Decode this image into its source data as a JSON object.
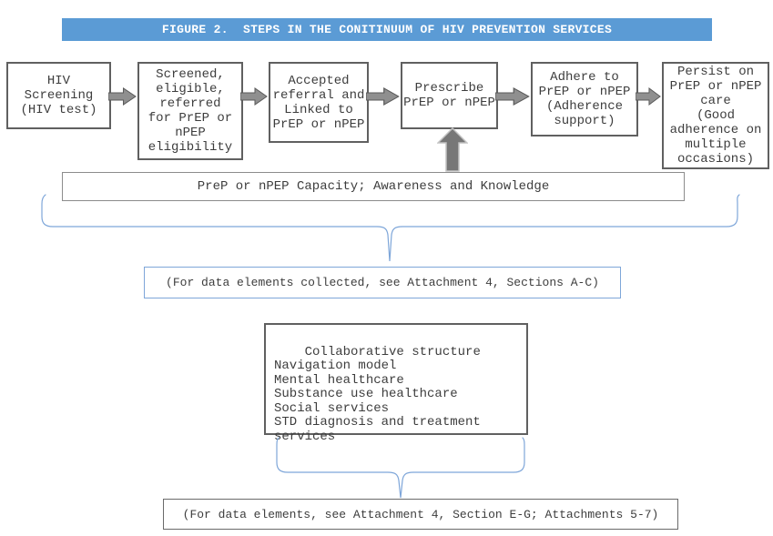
{
  "figure_title": "FIGURE 2.  STEPS IN THE CONITINUUM OF HIV PREVENTION SERVICES",
  "flow_steps": [
    {
      "label": [
        "HIV",
        "Screening",
        "(HIV test)"
      ]
    },
    {
      "label": [
        "Screened,",
        "eligible,",
        "referred",
        "for PrEP or",
        "nPEP",
        "eligibility"
      ]
    },
    {
      "label": [
        "Accepted",
        "referral and",
        "Linked to",
        "PrEP or nPEP"
      ]
    },
    {
      "label": [
        "Prescribe",
        "PrEP or nPEP"
      ]
    },
    {
      "label": [
        "Adhere to",
        "PrEP or nPEP",
        "(Adherence",
        "support)"
      ]
    },
    {
      "label": [
        "Persist on",
        "PrEP or nPEP",
        "care",
        "(Good",
        "adherence on",
        "multiple",
        "occasions)"
      ]
    }
  ],
  "capacity_box_label": "PreP or nPEP Capacity; Awareness and Knowledge",
  "note_top": "(For data elements collected, see Attachment 4, Sections A-C)",
  "services_box_lines": [
    "Collaborative structure",
    "Navigation model",
    "Mental healthcare",
    "Substance use healthcare",
    "Social services",
    "STD diagnosis and treatment",
    "services"
  ],
  "note_bottom": "(For data elements, see Attachment 4, Section E-G; Attachments 5-7)",
  "icons": {
    "flow_arrow": "right-arrow",
    "support_arrow": "up-arrow",
    "grouping": "curly-brace"
  },
  "colors": {
    "banner_blue": "#5b9bd5",
    "banner_text": "#ffffff",
    "box_border_gray": "#606060",
    "capacity_border_gray": "#8c8c8c",
    "arrow_fill": "#8f8f8f",
    "arrow_outline": "#5a5a5a",
    "up_arrow_fill": "#777777",
    "up_arrow_outline": "#c4c4c4",
    "brace_blue": "#7ea6d9",
    "note_border_blue": "#7ea6d9",
    "text_gray": "#3d3d3d"
  }
}
